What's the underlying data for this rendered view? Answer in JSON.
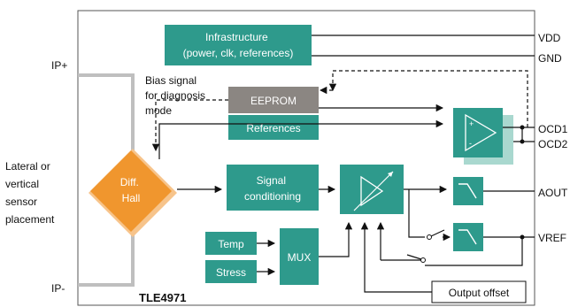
{
  "pins": {
    "ip_plus": "IP+",
    "ip_minus": "IP-",
    "vdd": "VDD",
    "gnd": "GND",
    "ocd1": "OCD1",
    "ocd2": "OCD2",
    "aout": "AOUT",
    "vref": "VREF"
  },
  "chip_name": "TLE4971",
  "placement_label": [
    "Lateral or",
    "vertical",
    "sensor",
    "placement"
  ],
  "bias_label": [
    "Bias signal",
    "for diagnosis",
    "mode"
  ],
  "blocks": {
    "infrastructure": [
      "Infrastructure",
      "(power, clk, references)"
    ],
    "eeprom": "EEPROM",
    "references": "References",
    "diff_hall": [
      "Diff.",
      "Hall"
    ],
    "signal_conditioning": [
      "Signal",
      "conditioning"
    ],
    "temp": "Temp",
    "stress": "Stress",
    "mux": "MUX",
    "output_offset": "Output offset"
  },
  "colors": {
    "teal": "#2e9a8c",
    "teal_light": "#a9d8cf",
    "gray": "#8b8682",
    "orange": "#f0962e",
    "conductor": "#bfbfbf"
  }
}
